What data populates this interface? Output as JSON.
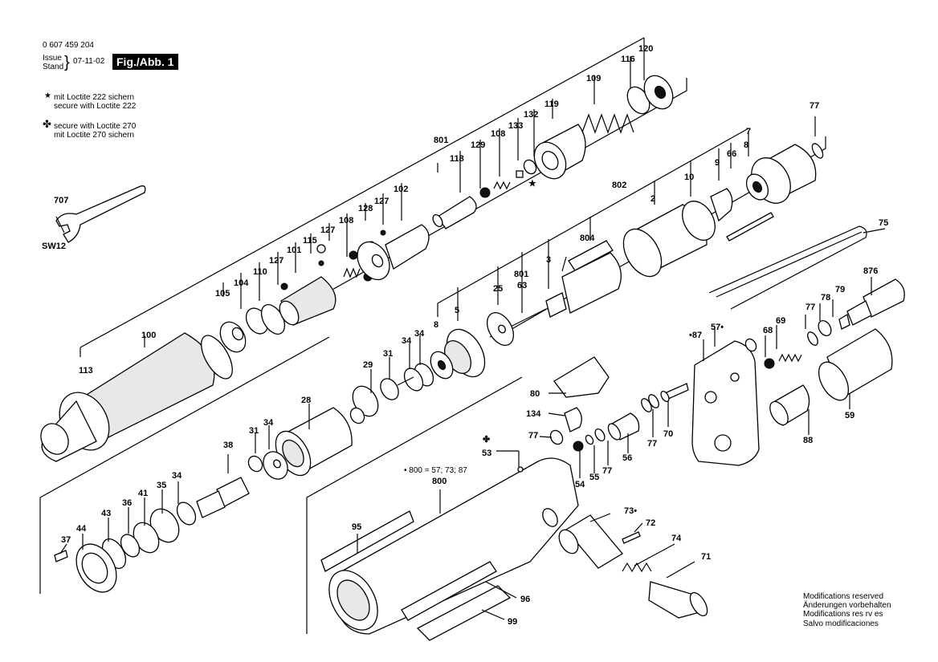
{
  "header": {
    "doc_number": "0 607 459 204",
    "issue_label_1": "Issue",
    "issue_label_2": "Stand",
    "date": "07-11-02",
    "figure": "Fig./Abb. 1"
  },
  "notes": {
    "loctite_222_de": "mit Loctite 222 sichern",
    "loctite_222_en": "secure with Loctite 222",
    "loctite_270_en": "secure with Loctite 270",
    "loctite_270_de": "mit Loctite 270 sichern"
  },
  "modifications": [
    "Modifications reserved",
    "Änderungen vorbehalten",
    "Modifications res rv es",
    "Salvo modificaciones"
  ],
  "tool_label": "SW12",
  "composition_note": "• 800 = 57; 73; 87",
  "part_labels": {
    "p120": "120",
    "p116": "116",
    "p109": "109",
    "p119": "119",
    "p132": "132",
    "p133": "133",
    "p108a": "108",
    "p129": "129",
    "p118": "118",
    "p801a": "801",
    "p102": "102",
    "p127a": "127",
    "p128": "128",
    "p108b": "108",
    "p127b": "127",
    "p115": "115",
    "p101": "101",
    "p127c": "127",
    "p110": "110",
    "p104": "104",
    "p105": "105",
    "p100": "100",
    "p113": "113",
    "p707": "707",
    "p77a": "77",
    "p7": "7",
    "p8a": "8",
    "p66": "66",
    "p9": "9",
    "p10": "10",
    "p802": "802",
    "p2": "2",
    "p804": "804",
    "p3": "3",
    "p801b": "801",
    "p63": "63",
    "p25": "25",
    "p5": "5",
    "p8b": "8",
    "p34a": "34",
    "p34b": "34",
    "p31a": "31",
    "p29": "29",
    "p28": "28",
    "p31b": "31",
    "p34c": "34",
    "p38": "38",
    "p35": "35",
    "p34d": "34",
    "p41": "41",
    "p36": "36",
    "p43": "43",
    "p44": "44",
    "p37": "37",
    "p75": "75",
    "p876": "876",
    "p79": "79",
    "p78": "78",
    "p77b": "77",
    "p69": "69",
    "p68": "68",
    "p87": "•87",
    "p57": "57•",
    "p59": "59",
    "p88": "88",
    "p80": "80",
    "p134": "134",
    "p77c": "77",
    "p53": "53",
    "p70": "70",
    "p77d": "77",
    "p56": "56",
    "p77e": "77",
    "p55": "55",
    "p54": "54",
    "p800": "800",
    "p95": "95",
    "p73": "73•",
    "p72": "72",
    "p74": "74",
    "p71": "71",
    "p96": "96",
    "p99": "99"
  },
  "symbols": {
    "star": "★",
    "clover": "✤"
  }
}
